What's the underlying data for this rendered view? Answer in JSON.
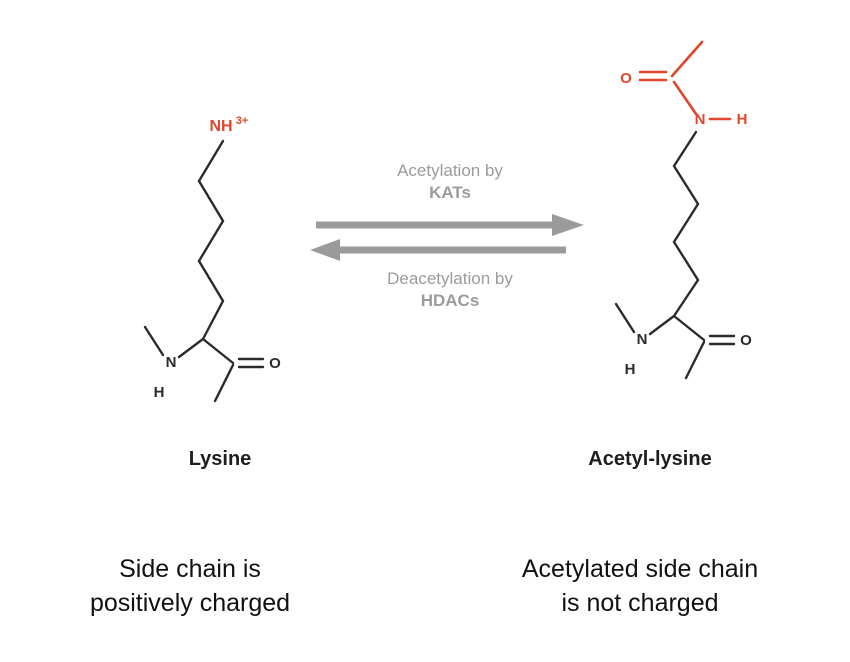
{
  "colors": {
    "accent_red": "#e2452c",
    "structure_black": "#2b2b2b",
    "reaction_gray": "#9b9b9b"
  },
  "left_molecule": {
    "name": "Lysine",
    "amine_label": "NH",
    "amine_charge": "3+",
    "backbone_n": "N",
    "backbone_h": "H",
    "carbonyl_o": "O"
  },
  "right_molecule": {
    "name": "Acetyl-lysine",
    "acetyl_o": "O",
    "amide_n": "N",
    "amide_h": "H",
    "backbone_n": "N",
    "backbone_h": "H",
    "carbonyl_o": "O"
  },
  "reaction": {
    "forward_label": "Acetylation by",
    "forward_enzyme": "KATs",
    "reverse_label": "Deacetylation by",
    "reverse_enzyme": "HDACs"
  },
  "captions": {
    "left_line1": "Side chain is",
    "left_line2": "positively charged",
    "right_line1": "Acetylated side chain",
    "right_line2": "is not charged"
  }
}
